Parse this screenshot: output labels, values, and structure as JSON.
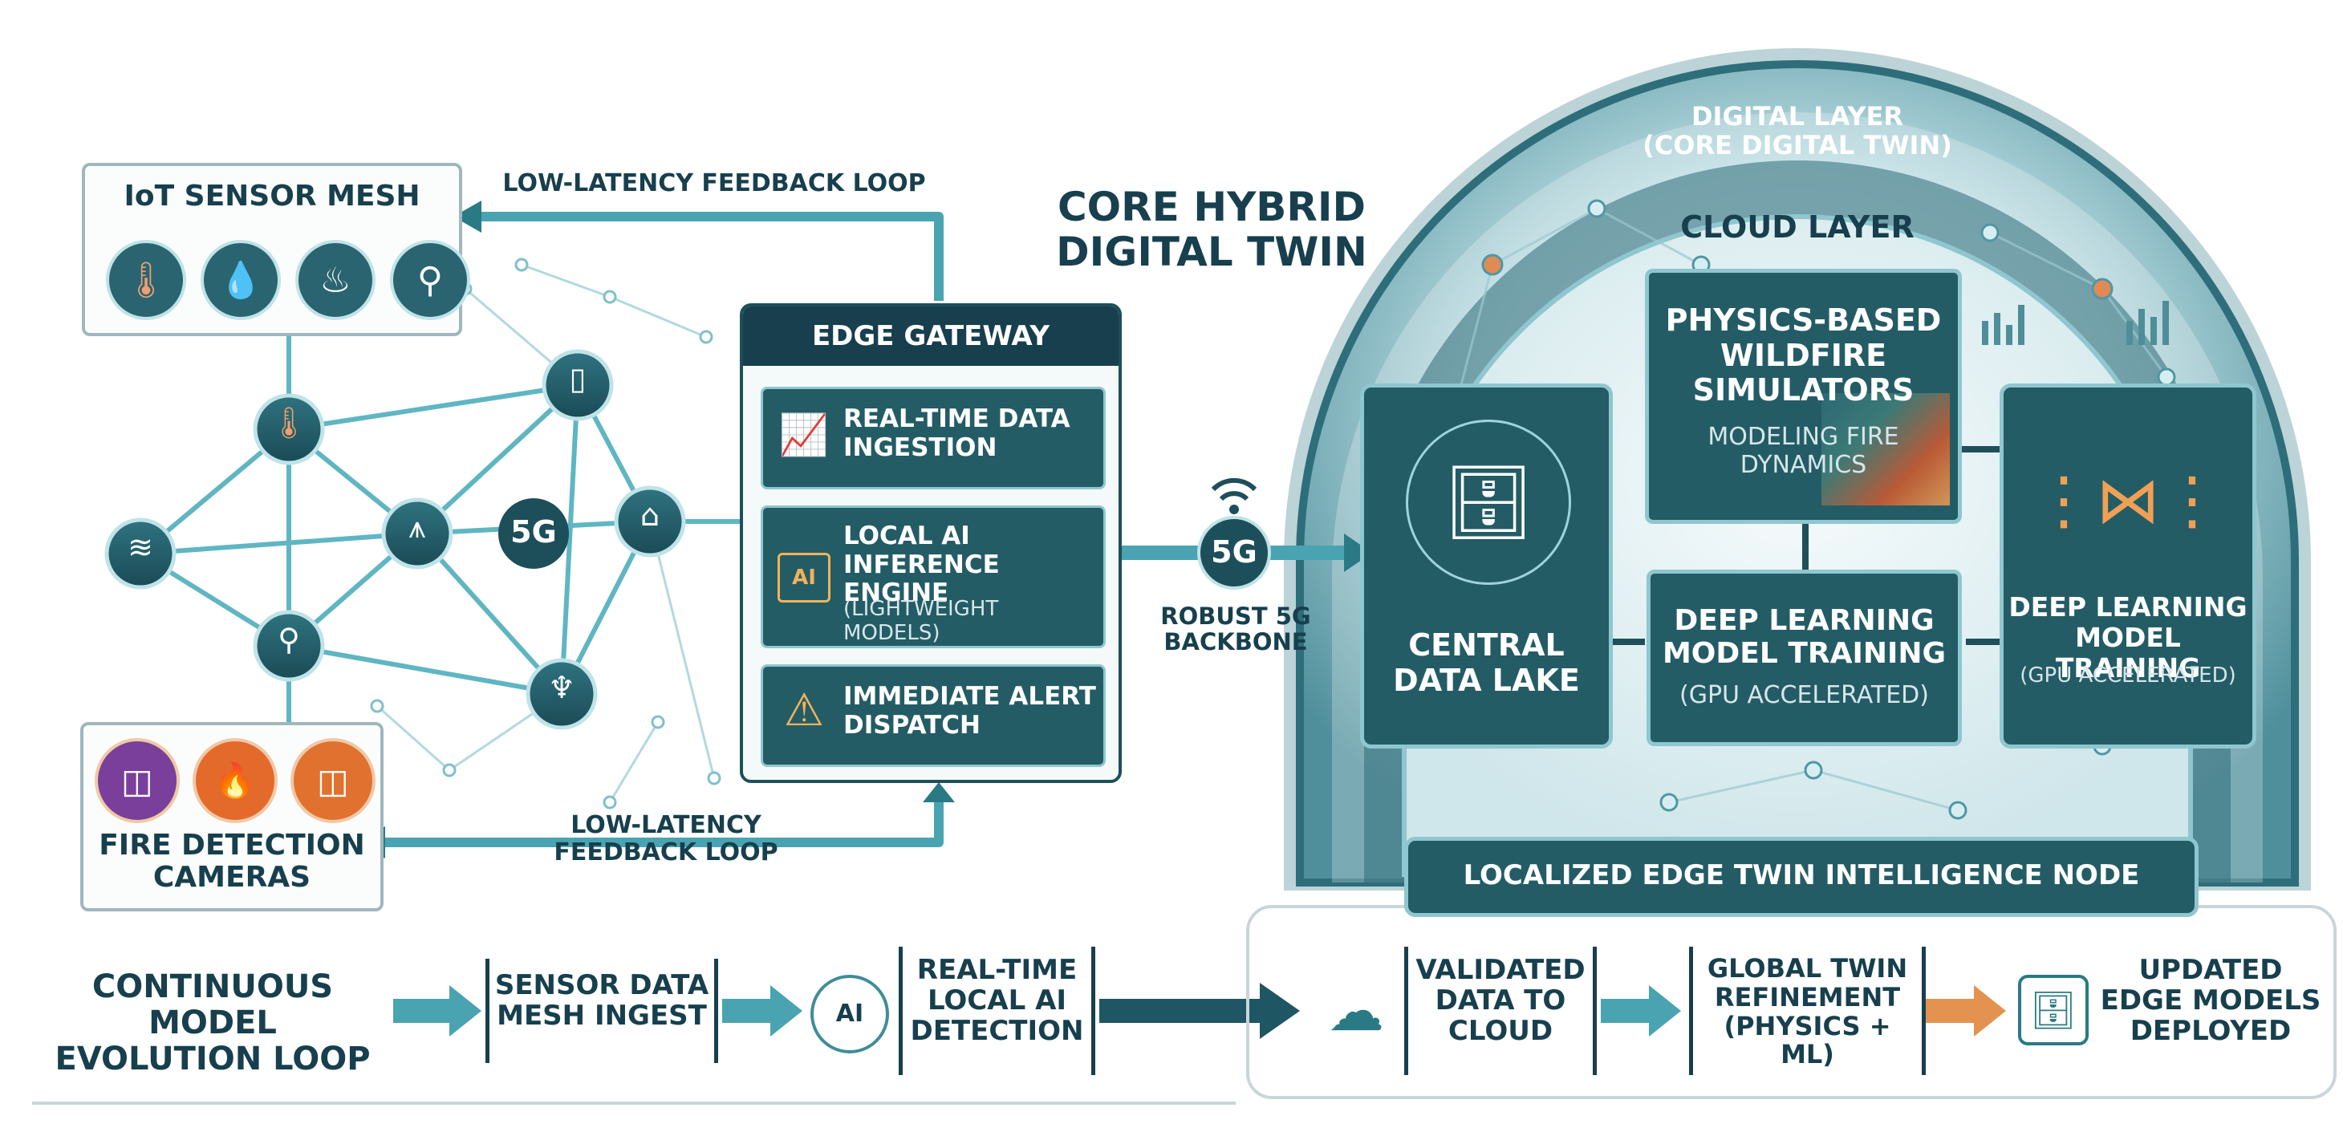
{
  "left": {
    "iot_mesh_title": "IoT SENSOR MESH",
    "iot_icons": [
      "thermometer-icon",
      "water-drop-icon",
      "smoke-icon",
      "anemometer-icon"
    ],
    "fire_cameras_title": "FIRE DETECTION\nCAMERAS",
    "camera_icons": [
      "camera-icon",
      "flame-icon",
      "camera-icon"
    ],
    "mesh_5g_label": "5G",
    "feedback_top": "LOW-LATENCY FEEDBACK LOOP",
    "feedback_bottom": "LOW-LATENCY\nFEEDBACK LOOP"
  },
  "edge_gateway": {
    "title": "EDGE GATEWAY",
    "items": [
      {
        "label": "REAL-TIME DATA\nINGESTION",
        "sub": "",
        "icon": "chart-up-icon"
      },
      {
        "label": "LOCAL AI\nINFERENCE ENGINE",
        "sub": "(LIGHTWEIGHT MODELS)",
        "icon": "ai-chip-icon"
      },
      {
        "label": "IMMEDIATE ALERT\nDISPATCH",
        "sub": "",
        "icon": "warning-icon"
      }
    ]
  },
  "backbone": {
    "badge": "5G",
    "label": "ROBUST 5G\nBACKBONE"
  },
  "core": {
    "title": "CORE HYBRID\nDIGITAL TWIN",
    "digital_layer": "DIGITAL LAYER\n(CORE DIGITAL TWIN)",
    "cloud_layer": "CLOUD LAYER",
    "physics_box": {
      "title": "PHYSICS-BASED\nWILDFIRE\nSIMULATORS",
      "sub": "MODELING FIRE\nDYNAMICS"
    },
    "data_lake": "CENTRAL\nDATA LAKE",
    "dl_center": {
      "title": "DEEP LEARNING\nMODEL TRAINING",
      "sub": "(GPU ACCELERATED)"
    },
    "dl_right": {
      "title": "DEEP LEARNING\nMODEL TRAINING",
      "sub": "(GPU ACCELERATED)"
    },
    "edge_node": "LOCALIZED EDGE TWIN INTELLIGENCE NODE"
  },
  "loop": {
    "title": "CONTINUOUS MODEL\nEVOLUTION LOOP",
    "steps": [
      {
        "label": "SENSOR DATA\nMESH INGEST",
        "icon": ""
      },
      {
        "label": "REAL-TIME\nLOCAL AI\nDETECTION",
        "icon": "brain-ai-icon"
      },
      {
        "label": "VALIDATED\nDATA TO\nCLOUD",
        "icon": "cloud-sync-icon"
      },
      {
        "label": "GLOBAL TWIN\nREFINEMENT\n(PHYSICS + ML)",
        "icon": ""
      },
      {
        "label": "UPDATED\nEDGE MODELS\nDEPLOYED",
        "icon": "database-icon"
      }
    ]
  },
  "colors": {
    "navy": "#173f4e",
    "teal": "#1f5f6b",
    "panel": "#245c66",
    "accent_orange": "#e07a3a",
    "light_teal": "#9fd3dc"
  }
}
